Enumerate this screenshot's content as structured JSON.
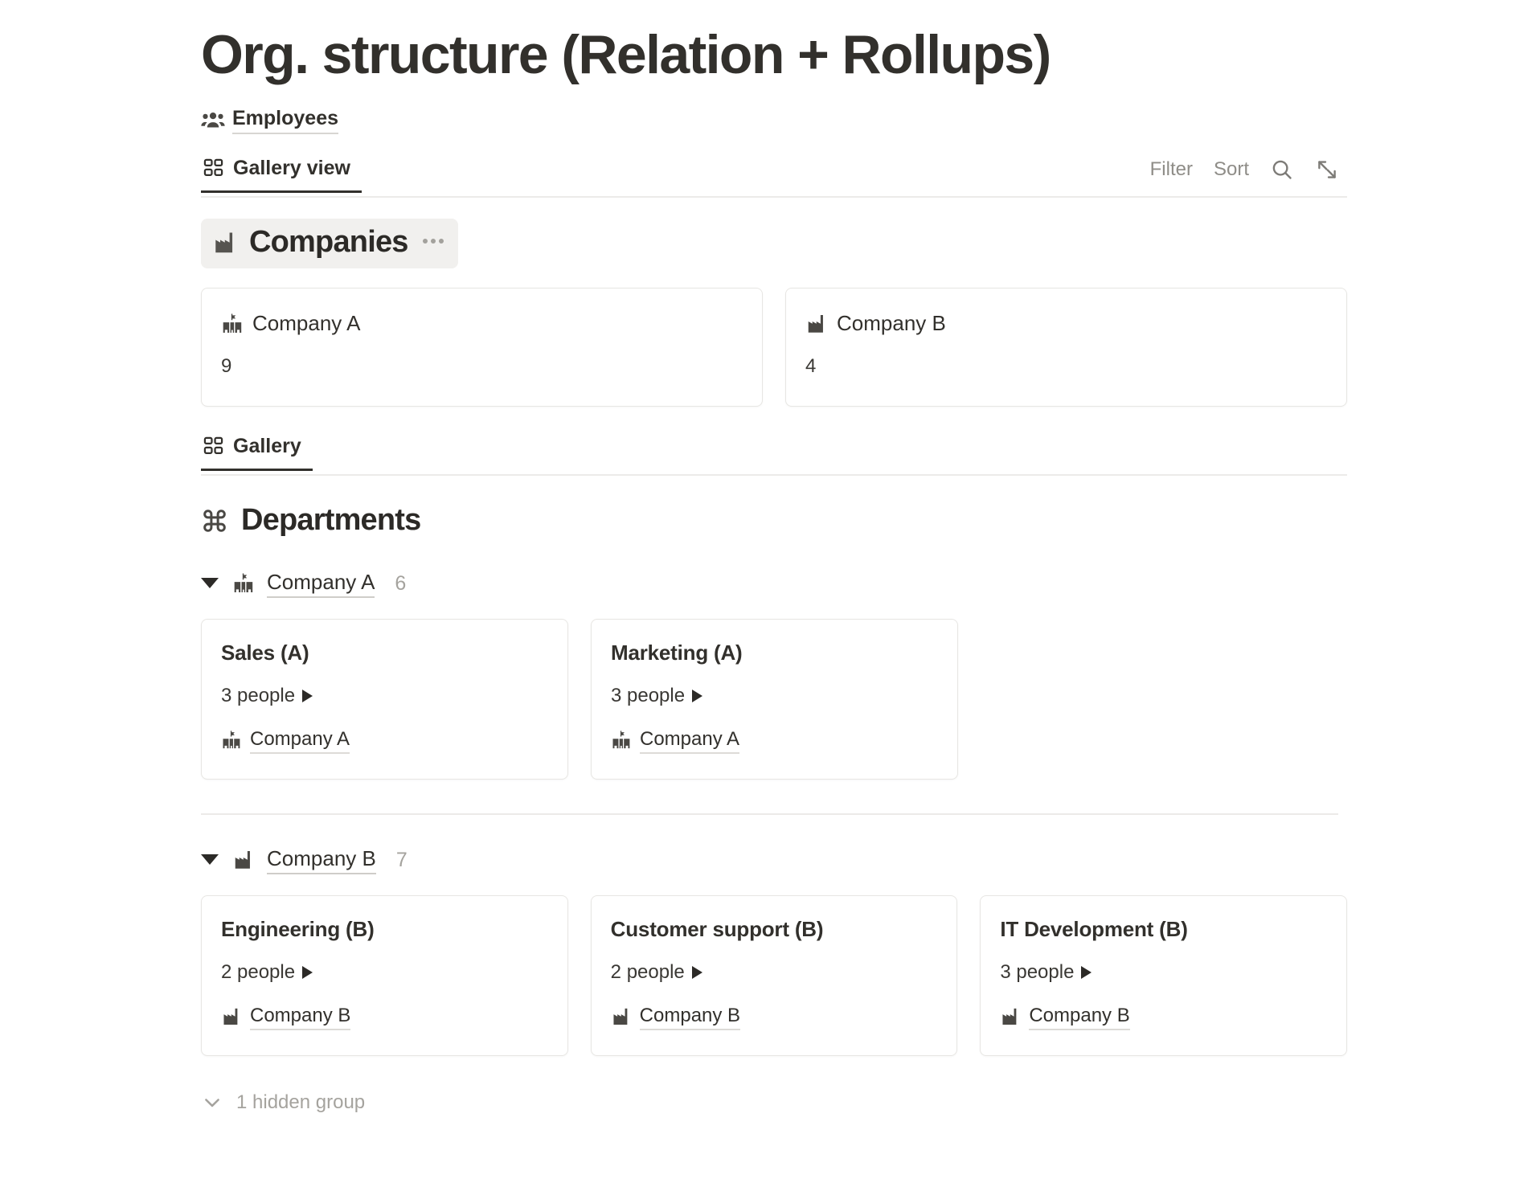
{
  "page": {
    "title": "Org. structure (Relation + Rollups)"
  },
  "source": {
    "icon": "people-group-icon",
    "label": "Employees"
  },
  "viewbar": {
    "tab": {
      "icon": "gallery-grid-icon",
      "label": "Gallery view"
    },
    "filter_label": "Filter",
    "sort_label": "Sort",
    "search_icon": "search-icon",
    "expand_icon": "expand-diagonal-icon"
  },
  "companies_section": {
    "icon": "factory-building-icon",
    "title": "Companies",
    "menu": "more-options-icon",
    "cards": [
      {
        "icon": "school-building-icon",
        "title": "Company A",
        "value": "9"
      },
      {
        "icon": "factory-building-icon",
        "title": "Company B",
        "value": "4"
      }
    ]
  },
  "gallery_tab": {
    "icon": "gallery-grid-icon",
    "label": "Gallery"
  },
  "departments_section": {
    "icon": "command-loop-icon",
    "title": "Departments",
    "groups": [
      {
        "caret": "caret-down-icon",
        "icon": "school-building-icon",
        "name": "Company A",
        "count": "6",
        "cards": [
          {
            "title": "Sales (A)",
            "people": "3 people",
            "relation_icon": "school-building-icon",
            "relation": "Company A"
          },
          {
            "title": "Marketing (A)",
            "people": "3 people",
            "relation_icon": "school-building-icon",
            "relation": "Company A"
          }
        ]
      },
      {
        "caret": "caret-down-icon",
        "icon": "factory-building-icon",
        "name": "Company B",
        "count": "7",
        "cards": [
          {
            "title": "Engineering (B)",
            "people": "2 people",
            "relation_icon": "factory-building-icon",
            "relation": "Company B"
          },
          {
            "title": "Customer support (B)",
            "people": "2 people",
            "relation_icon": "factory-building-icon",
            "relation": "Company B"
          },
          {
            "title": "IT Development (B)",
            "people": "3 people",
            "relation_icon": "factory-building-icon",
            "relation": "Company B"
          }
        ]
      }
    ]
  },
  "footer": {
    "chevron": "chevron-down-icon",
    "hidden_group_label": "1 hidden group"
  },
  "colors": {
    "text": "#32302c",
    "muted": "#a5a39e",
    "card_border": "#e7e6e3",
    "chip_bg": "#f1f0ee",
    "accent_underline": "#32302c"
  }
}
